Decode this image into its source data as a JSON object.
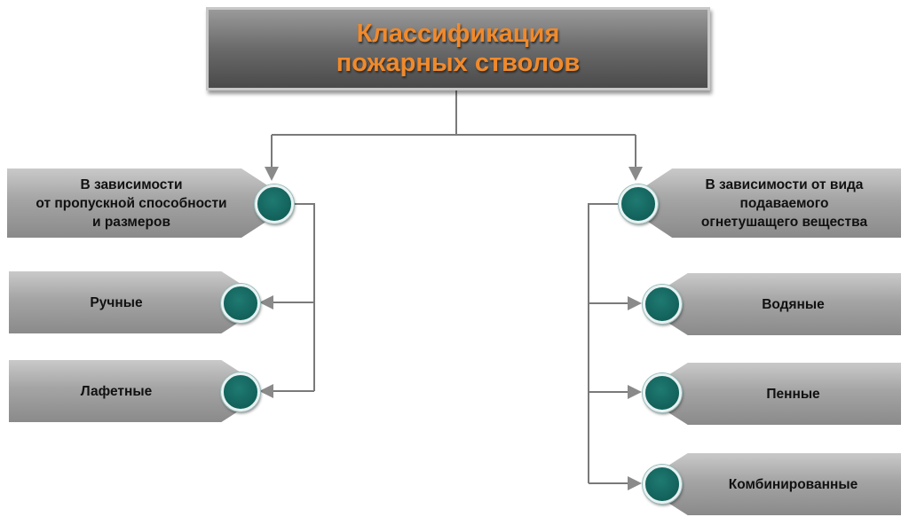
{
  "title": {
    "line1": "Классификация",
    "line2": "пожарных стволов"
  },
  "left": {
    "header": {
      "line1": "В зависимости",
      "line2": "от пропускной способности",
      "line3": "и размеров"
    },
    "items": [
      "Ручные",
      "Лафетные"
    ]
  },
  "right": {
    "header": {
      "line1": "В зависимости от вида",
      "line2": "подаваемого",
      "line3": "огнетушащего вещества"
    },
    "items": [
      "Водяные",
      "Пенные",
      "Комбинированные"
    ]
  },
  "colors": {
    "title_text": "#f08a2c",
    "node": "#0c5650",
    "connector": "#7a7a7a"
  }
}
